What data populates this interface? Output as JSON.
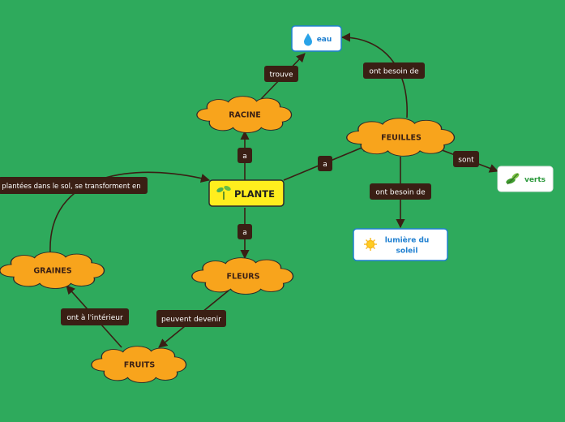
{
  "diagram": {
    "central": {
      "label": "PLANTE",
      "icon": "seedling-icon"
    },
    "nodes": {
      "racine": "RACINE",
      "feuilles": "FEUILLES",
      "fleurs": "FLEURS",
      "graines": "GRAINES",
      "fruits": "FRUITS",
      "eau": {
        "label": "eau",
        "icon": "water-drop-icon"
      },
      "verts": {
        "label": "verts",
        "icon": "leaves-icon"
      },
      "soleil": {
        "line1": "lumière du",
        "line2": "soleil",
        "icon": "sun-icon"
      }
    },
    "links": {
      "plante_racine": "a",
      "plante_feuilles": "a",
      "plante_fleurs": "a",
      "racine_eau": "trouve",
      "feuilles_eau": "ont besoin de",
      "feuilles_verts": "sont",
      "feuilles_soleil": "ont besoin de",
      "fleurs_fruits": "peuvent devenir",
      "fruits_graines": "ont à l'intérieur",
      "graines_plante": "plantées dans le sol, se transforment en"
    },
    "colors": {
      "background": "#2eaa5c",
      "cloud": "#f8a41c",
      "central": "#ffee1e",
      "label_bg": "#3a1f14",
      "box_text": "#1e7fd0"
    }
  }
}
